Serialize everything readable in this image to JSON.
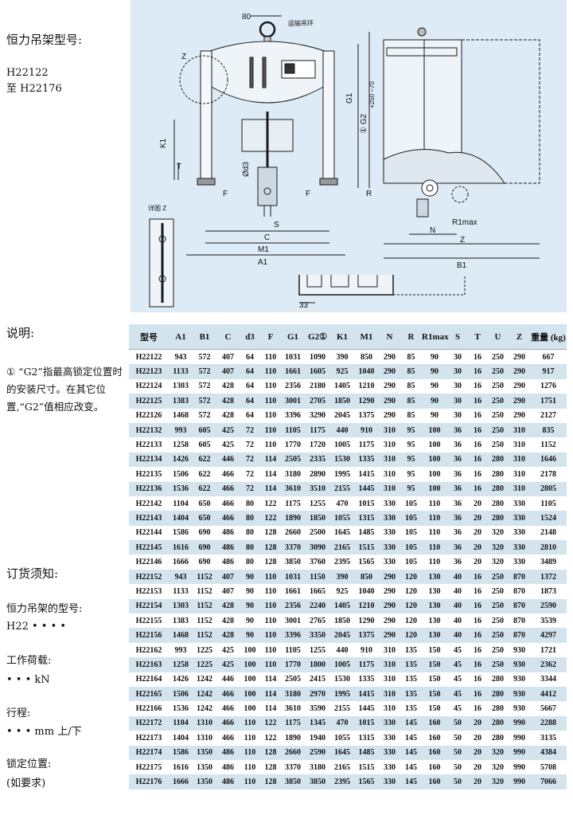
{
  "side": {
    "model_heading": "恒力吊架型号:",
    "model_from": "H22122",
    "model_to": "至 H22176",
    "explain_heading": "说明:",
    "note": "① “G2”指最高锁定位置时的安装尺寸。在其它位置,“G2”值相应改变。",
    "order_heading": "订货须知:",
    "type_label": "恒力吊架的型号:",
    "type_value": "H22 • • • •",
    "load_label": "工作荷载:",
    "load_value": "• • •   kN",
    "stroke_label": "行程:",
    "stroke_value": "• • •   mm   上/下",
    "lock_label": "锁定位置:",
    "lock_value": "(如要求)"
  },
  "drawing": {
    "dim_80": "80",
    "transport_ring": "运输吊环",
    "z_label": "Z",
    "k1": "K1",
    "t": "T",
    "f_left": "F",
    "f_right": "F",
    "d3": "Ød3",
    "s": "S",
    "c": "C",
    "m1": "M1",
    "a1": "A1",
    "detail_z": "详图 Z",
    "g1": "G1",
    "g2": "① G2",
    "g2_tol": "+250 −70",
    "r": "R",
    "r1max": "R1max",
    "n": "N",
    "z_dim": "Z",
    "b1": "B1",
    "dim_33": "33"
  },
  "table": {
    "headers": [
      "型号",
      "A1",
      "B1",
      "C",
      "d3",
      "F",
      "G1",
      "G2①",
      "K1",
      "M1",
      "N",
      "R",
      "R1max",
      "S",
      "T",
      "U",
      "Z",
      "重量 (kg)"
    ],
    "rows": [
      [
        "H22122",
        "943",
        "572",
        "407",
        "64",
        "110",
        "1031",
        "1090",
        "390",
        "850",
        "290",
        "85",
        "90",
        "30",
        "16",
        "250",
        "290",
        "667"
      ],
      [
        "H22123",
        "1133",
        "572",
        "407",
        "64",
        "110",
        "1661",
        "1605",
        "925",
        "1040",
        "290",
        "85",
        "90",
        "30",
        "16",
        "250",
        "290",
        "917"
      ],
      [
        "H22124",
        "1303",
        "572",
        "428",
        "64",
        "110",
        "2356",
        "2180",
        "1405",
        "1210",
        "290",
        "85",
        "90",
        "30",
        "16",
        "250",
        "290",
        "1276"
      ],
      [
        "H22125",
        "1383",
        "572",
        "428",
        "64",
        "110",
        "3001",
        "2705",
        "1850",
        "1290",
        "290",
        "85",
        "90",
        "30",
        "16",
        "250",
        "290",
        "1751"
      ],
      [
        "H22126",
        "1468",
        "572",
        "428",
        "64",
        "110",
        "3396",
        "3290",
        "2045",
        "1375",
        "290",
        "85",
        "90",
        "30",
        "16",
        "250",
        "290",
        "2127"
      ],
      [
        "H22132",
        "993",
        "605",
        "425",
        "72",
        "110",
        "1105",
        "1175",
        "440",
        "910",
        "310",
        "95",
        "100",
        "36",
        "16",
        "250",
        "310",
        "835"
      ],
      [
        "H22133",
        "1258",
        "605",
        "425",
        "72",
        "110",
        "1770",
        "1720",
        "1005",
        "1175",
        "310",
        "95",
        "100",
        "36",
        "16",
        "250",
        "310",
        "1152"
      ],
      [
        "H22134",
        "1426",
        "622",
        "446",
        "72",
        "114",
        "2505",
        "2335",
        "1530",
        "1335",
        "310",
        "95",
        "100",
        "36",
        "16",
        "280",
        "310",
        "1646"
      ],
      [
        "H22135",
        "1506",
        "622",
        "466",
        "72",
        "114",
        "3180",
        "2890",
        "1995",
        "1415",
        "310",
        "95",
        "100",
        "36",
        "16",
        "280",
        "310",
        "2178"
      ],
      [
        "H22136",
        "1536",
        "622",
        "466",
        "72",
        "114",
        "3610",
        "3510",
        "2155",
        "1445",
        "310",
        "95",
        "100",
        "36",
        "16",
        "280",
        "310",
        "2805"
      ],
      [
        "H22142",
        "1104",
        "650",
        "466",
        "80",
        "122",
        "1175",
        "1255",
        "470",
        "1015",
        "330",
        "105",
        "110",
        "36",
        "20",
        "280",
        "330",
        "1105"
      ],
      [
        "H22143",
        "1404",
        "650",
        "466",
        "80",
        "122",
        "1890",
        "1850",
        "1055",
        "1315",
        "330",
        "105",
        "110",
        "36",
        "20",
        "280",
        "330",
        "1524"
      ],
      [
        "H22144",
        "1586",
        "690",
        "486",
        "80",
        "128",
        "2660",
        "2500",
        "1645",
        "1485",
        "330",
        "105",
        "110",
        "36",
        "20",
        "320",
        "330",
        "2148"
      ],
      [
        "H22145",
        "1616",
        "690",
        "486",
        "80",
        "128",
        "3370",
        "3090",
        "2165",
        "1515",
        "330",
        "105",
        "110",
        "36",
        "20",
        "320",
        "330",
        "2810"
      ],
      [
        "H22146",
        "1666",
        "690",
        "486",
        "80",
        "128",
        "3850",
        "3760",
        "2395",
        "1565",
        "330",
        "105",
        "110",
        "36",
        "20",
        "320",
        "330",
        "3489"
      ],
      [
        "H22152",
        "943",
        "1152",
        "407",
        "90",
        "110",
        "1031",
        "1150",
        "390",
        "850",
        "290",
        "120",
        "130",
        "40",
        "16",
        "250",
        "870",
        "1372"
      ],
      [
        "H22153",
        "1133",
        "1152",
        "407",
        "90",
        "110",
        "1661",
        "1665",
        "925",
        "1040",
        "290",
        "120",
        "130",
        "40",
        "16",
        "250",
        "870",
        "1873"
      ],
      [
        "H22154",
        "1303",
        "1152",
        "428",
        "90",
        "110",
        "2356",
        "2240",
        "1405",
        "1210",
        "290",
        "120",
        "130",
        "40",
        "16",
        "250",
        "870",
        "2590"
      ],
      [
        "H22155",
        "1383",
        "1152",
        "428",
        "90",
        "110",
        "3001",
        "2765",
        "1850",
        "1290",
        "290",
        "120",
        "130",
        "40",
        "16",
        "250",
        "870",
        "3539"
      ],
      [
        "H22156",
        "1468",
        "1152",
        "428",
        "90",
        "110",
        "3396",
        "3350",
        "2045",
        "1375",
        "290",
        "120",
        "130",
        "40",
        "16",
        "250",
        "870",
        "4297"
      ],
      [
        "H22162",
        "993",
        "1225",
        "425",
        "100",
        "110",
        "1105",
        "1255",
        "440",
        "910",
        "310",
        "135",
        "150",
        "45",
        "16",
        "250",
        "930",
        "1721"
      ],
      [
        "H22163",
        "1258",
        "1225",
        "425",
        "100",
        "110",
        "1770",
        "1800",
        "1005",
        "1175",
        "310",
        "135",
        "150",
        "45",
        "16",
        "250",
        "930",
        "2362"
      ],
      [
        "H22164",
        "1426",
        "1242",
        "446",
        "100",
        "114",
        "2505",
        "2415",
        "1530",
        "1335",
        "310",
        "135",
        "150",
        "45",
        "16",
        "280",
        "930",
        "3344"
      ],
      [
        "H22165",
        "1506",
        "1242",
        "466",
        "100",
        "114",
        "3180",
        "2970",
        "1995",
        "1415",
        "310",
        "135",
        "150",
        "45",
        "16",
        "280",
        "930",
        "4412"
      ],
      [
        "H22166",
        "1536",
        "1242",
        "466",
        "100",
        "114",
        "3610",
        "3590",
        "2155",
        "1445",
        "310",
        "135",
        "150",
        "45",
        "16",
        "280",
        "930",
        "5667"
      ],
      [
        "H22172",
        "1104",
        "1310",
        "466",
        "110",
        "122",
        "1175",
        "1345",
        "470",
        "1015",
        "330",
        "145",
        "160",
        "50",
        "20",
        "280",
        "990",
        "2288"
      ],
      [
        "H22173",
        "1404",
        "1310",
        "466",
        "110",
        "122",
        "1890",
        "1940",
        "1055",
        "1315",
        "330",
        "145",
        "160",
        "50",
        "20",
        "280",
        "990",
        "3135"
      ],
      [
        "H22174",
        "1586",
        "1350",
        "486",
        "110",
        "128",
        "2660",
        "2590",
        "1645",
        "1485",
        "330",
        "145",
        "160",
        "50",
        "20",
        "320",
        "990",
        "4384"
      ],
      [
        "H22175",
        "1616",
        "1350",
        "486",
        "110",
        "128",
        "3370",
        "3180",
        "2165",
        "1515",
        "330",
        "145",
        "160",
        "50",
        "20",
        "320",
        "990",
        "5708"
      ],
      [
        "H22176",
        "1666",
        "1350",
        "486",
        "110",
        "128",
        "3850",
        "3850",
        "2395",
        "1565",
        "330",
        "145",
        "160",
        "50",
        "20",
        "320",
        "990",
        "7066"
      ]
    ]
  }
}
